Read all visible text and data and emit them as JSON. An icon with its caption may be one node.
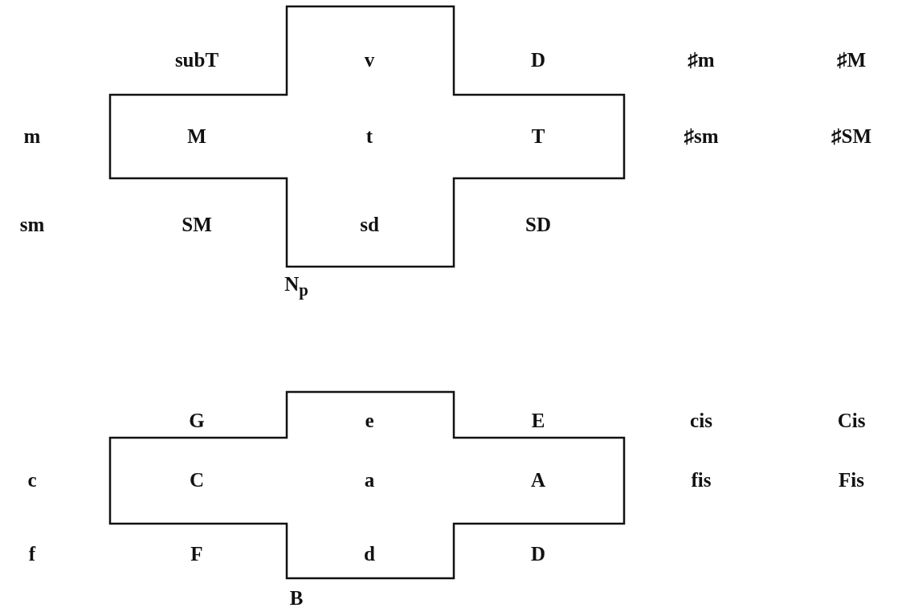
{
  "diagram": {
    "nodes": [
      {
        "text": [
          "v",
          "M",
          "t",
          "T",
          "sd"
        ],
        "beside": [
          "N$_{p}$"
        ]
      },
      {
        "text": [
          "e",
          "C",
          "a",
          "A",
          "d"
        ],
        "beside": [
          "B"
        ]
      }
    ],
    "labels": [
      "subT",
      "D",
      "♯m",
      "♯M",
      "m",
      "♯sm",
      "♯SM",
      "sm",
      "SM",
      "SD",
      "G",
      "E",
      "cis",
      "Cis",
      "c",
      "fis",
      "Fis",
      "f",
      "F",
      "D"
    ]
  }
}
